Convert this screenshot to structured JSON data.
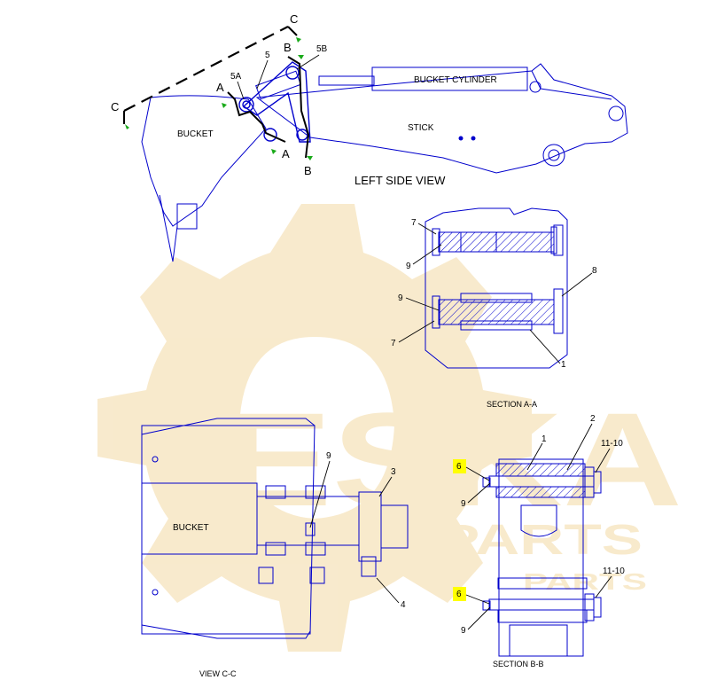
{
  "views": {
    "left_side": {
      "title": "LEFT SIDE VIEW",
      "labels": {
        "bucket": "BUCKET",
        "stick": "STICK",
        "bucket_cylinder": "BUCKET CYLINDER",
        "callout_5": "5",
        "callout_5a": "5A",
        "callout_5b": "5B",
        "cut_a_top": "A",
        "cut_a_bottom": "A",
        "cut_b_top": "B",
        "cut_b_bottom": "B",
        "cut_c_left": "C",
        "cut_c_right": "C"
      }
    },
    "section_aa": {
      "title": "SECTION A-A",
      "callouts": {
        "c7_top": "7",
        "c9_top": "9",
        "c8": "8",
        "c9_mid": "9",
        "c7_bottom": "7",
        "c1": "1"
      }
    },
    "view_cc": {
      "title": "VIEW C-C",
      "labels": {
        "bucket": "BUCKET"
      },
      "callouts": {
        "c9": "9",
        "c3": "3",
        "c4": "4"
      }
    },
    "section_bb": {
      "title": "SECTION B-B",
      "callouts": {
        "c1": "1",
        "c2": "2",
        "c11_10_top": "11-10",
        "c6_top": "6",
        "c9_top": "9",
        "c6_bottom": "6",
        "c9_bottom": "9",
        "c11_10_bottom": "11-10"
      }
    }
  },
  "watermark": {
    "line1": "ESKA",
    "line2": "PARTS",
    "line3": "PARTS"
  },
  "colors": {
    "line": "#0000cc",
    "highlight": "#ffff00",
    "watermark": "#f3d9a4",
    "cut_arrow": "#1aaa1a"
  }
}
